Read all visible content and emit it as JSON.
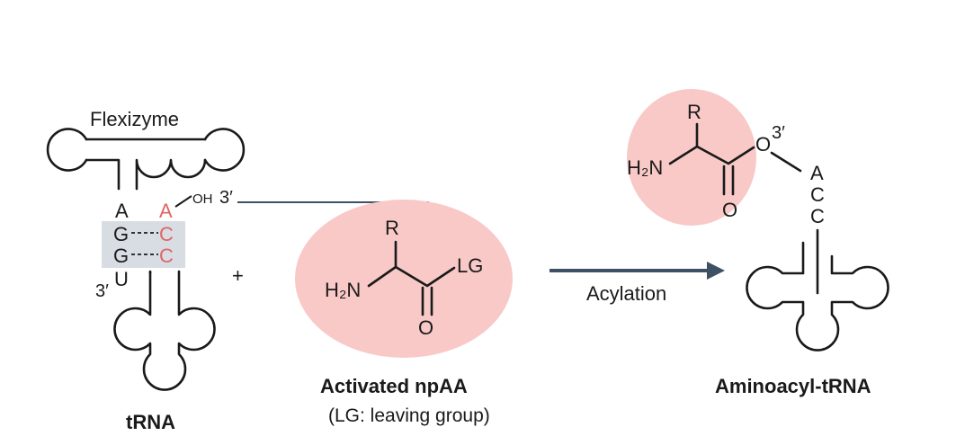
{
  "flexizyme": {
    "label": "Flexizyme"
  },
  "trna": {
    "label": "tRNA",
    "five_prime_strand": [
      "A",
      "G",
      "G",
      "U"
    ],
    "three_prime_strand": [
      "A",
      "C",
      "C"
    ],
    "hydroxyl": "OH",
    "three_prime_top": "3′",
    "three_prime_bottom": "3′"
  },
  "plus_sign": "+",
  "npaa": {
    "r_group": "R",
    "amine": "H₂N",
    "leaving_group": "LG",
    "oxygen": "O",
    "title": "Activated npAA",
    "subtitle": "(LG: leaving group)"
  },
  "reaction": {
    "label": "Acylation"
  },
  "product": {
    "r_group": "R",
    "amine": "H₂N",
    "ester_oxygen": "O",
    "three_prime": "3′",
    "carbonyl_oxygen": "O",
    "acceptor_stem": [
      "A",
      "C",
      "C"
    ],
    "title": "Aminoacyl-tRNA"
  },
  "colors": {
    "highlight_oval": "#f8c9c7",
    "base_pair_box": "#d8dde4",
    "red_base": "#e06565",
    "arrow": "#3e5064",
    "ink": "#1a1a1a"
  }
}
